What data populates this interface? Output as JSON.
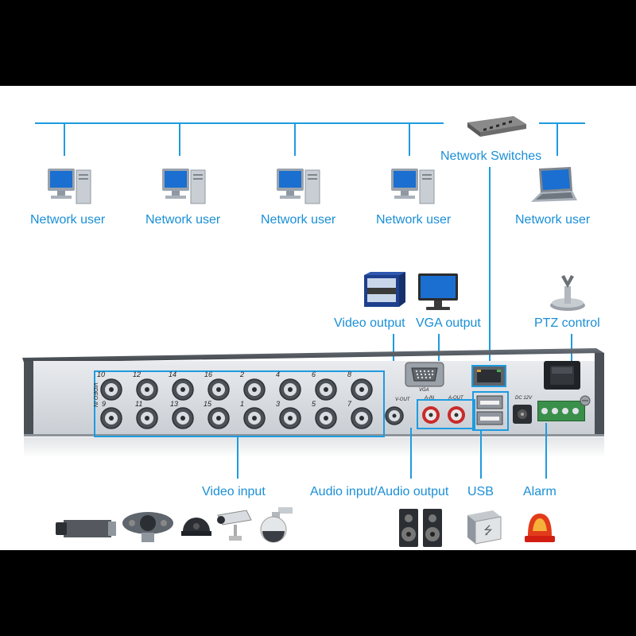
{
  "labels": {
    "network_switches": "Network Switches",
    "network_users": [
      "Network user",
      "Network user",
      "Network user",
      "Network user"
    ],
    "network_user_laptop": "Network user",
    "video_output": "Video output",
    "vga_output": "VGA output",
    "ptz_control": "PTZ control",
    "video_input": "Video input",
    "audio_io": "Audio input/Audio output",
    "usb": "USB",
    "alarm": "Alarm"
  },
  "panel": {
    "bnc_top": [
      "10",
      "12",
      "14",
      "16",
      "2",
      "4",
      "6",
      "8"
    ],
    "bnc_bottom": [
      "9",
      "11",
      "13",
      "15",
      "1",
      "3",
      "5",
      "7"
    ],
    "video_in_tag": "VIDEO IN",
    "vout": "V-OUT",
    "vga": "VGA",
    "audio_in": "A-IN",
    "audio_out": "A-OUT",
    "dc": "DC 12V"
  },
  "colors": {
    "accent": "#1a8fd6",
    "line": "#1e9be0",
    "background": "#000000"
  }
}
